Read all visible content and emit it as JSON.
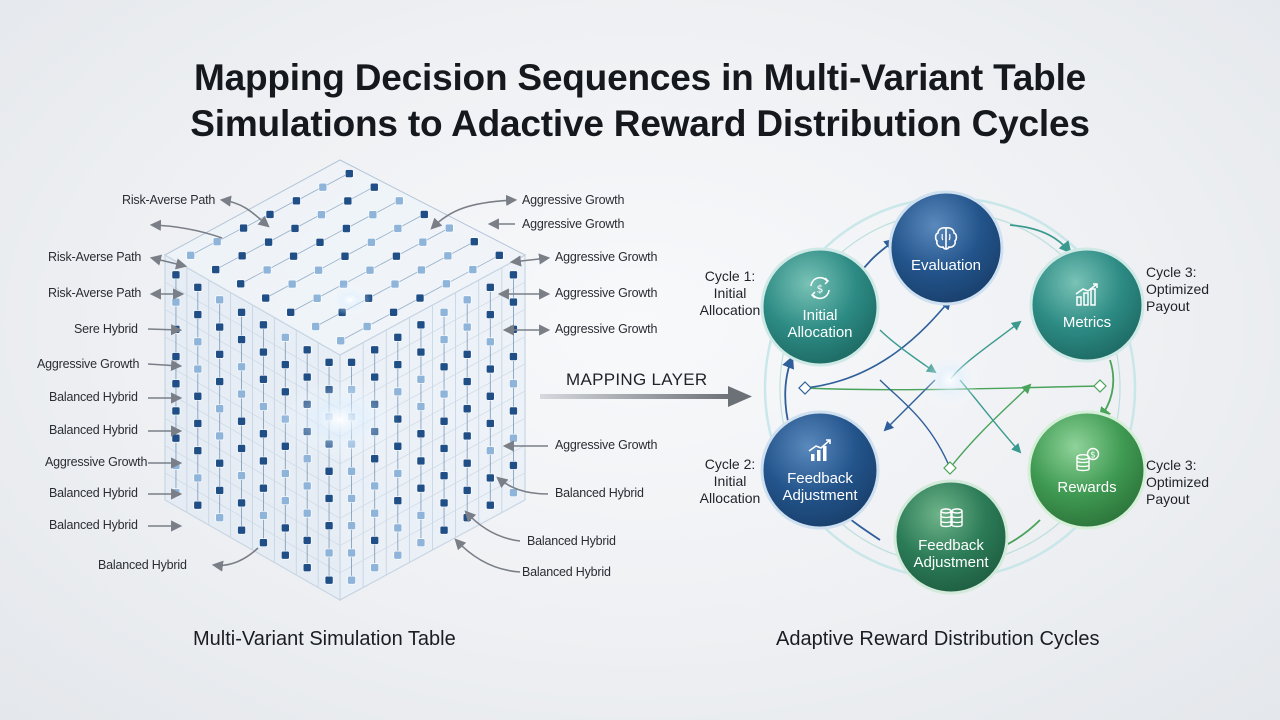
{
  "title": {
    "line1": "Mapping Decision Sequences in Multi-Variant Table",
    "line2": "Simulations to Adactive Reward Distribution Cycles"
  },
  "left_panel": {
    "caption": "Multi-Variant Simulation Table",
    "left_labels": [
      "Risk-Averse Path",
      "Risk-Averse Path",
      "Risk-Averse Path",
      "Sere Hybrid",
      "Aggressive Growth",
      "Balanced Hybrid",
      "Balanced Hybrid",
      "Aggressive Growth",
      "Balanced Hybrid",
      "Balanced Hybrid",
      "Balanced Hybrid"
    ],
    "right_labels": [
      "Aggressive Growth",
      "Aggressive Growth",
      "Aggressive Growth",
      "Aggressive Growth",
      "Aggressive Growth",
      "Aggressive Growth",
      "Balanced Hybrid",
      "Balanced Hybrid",
      "Balanced Hybrid"
    ]
  },
  "mapping_layer": {
    "label": "MAPPING LAYER"
  },
  "right_panel": {
    "caption": "Adaptive Reward Distribution Cycles",
    "nodes": {
      "evaluation": {
        "label": "Evaluation",
        "icon": "brain-icon"
      },
      "metrics": {
        "label": "Metrics",
        "icon": "bar-chart-icon"
      },
      "rewards": {
        "label": "Rewards",
        "icon": "coin-stack-icon"
      },
      "feedback_bottom": {
        "line1": "Feedback",
        "line2": "Adjustment",
        "icon": "database-icon"
      },
      "feedback_left": {
        "line1": "Feedback",
        "line2": "Adjustment",
        "icon": "trend-chart-icon"
      },
      "initial": {
        "line1": "Initial",
        "line2": "Allocation",
        "icon": "refresh-dollar-icon"
      }
    },
    "cycle_labels": {
      "cycle1": {
        "line1": "Cycle 1:",
        "line2": "Initial",
        "line3": "Allocation"
      },
      "cycle2": {
        "line1": "Cycle 2:",
        "line2": "Initial",
        "line3": "Allocation"
      },
      "cycle3_top": {
        "line1": "Cycle 3:",
        "line2": "Optimized",
        "line3": "Payout"
      },
      "cycle3_bottom": {
        "line1": "Cycle 3:",
        "line2": "Optimized",
        "line3": "Payout"
      }
    }
  },
  "colors": {
    "navy": "#1e4e84",
    "teal": "#2a8a86",
    "green": "#3f9a52",
    "cube_node_dark": "#1f4f86",
    "cube_node_light": "#8fb4da"
  }
}
